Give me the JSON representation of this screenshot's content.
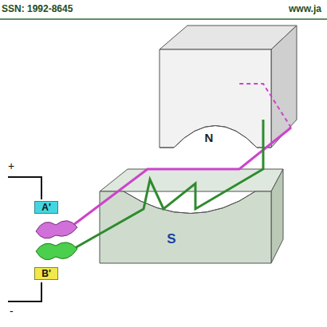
{
  "diagram": {
    "nodes": [
      {
        "text": [
          "N"
        ]
      },
      {
        "text": [
          "S"
        ]
      },
      {
        "text": [
          "A'"
        ]
      },
      {
        "text": [
          "B'"
        ]
      }
    ],
    "labels": [
      "SSN: 1992-8645",
      "www.ja",
      "+",
      "-"
    ]
  }
}
